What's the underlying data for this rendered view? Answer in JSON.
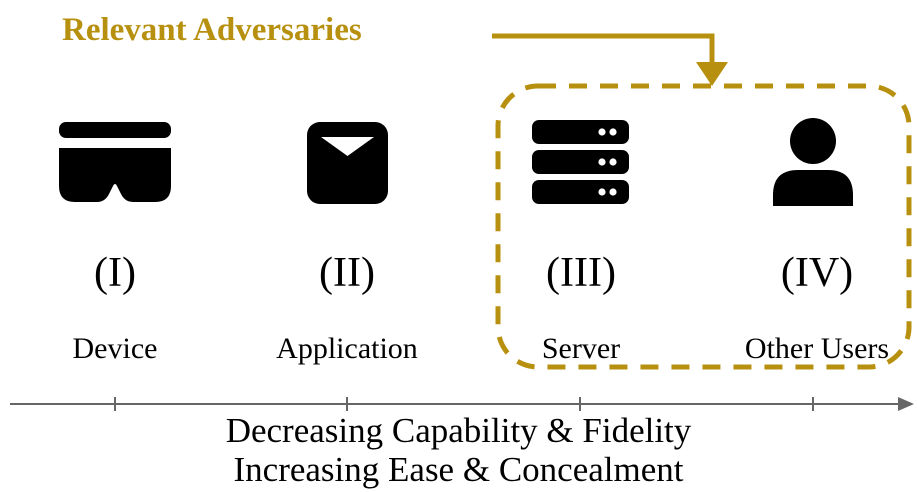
{
  "title": "Relevant Adversaries",
  "colors": {
    "accent": "#b8900f",
    "axis": "#666666",
    "icon": "#000000"
  },
  "adversaries": [
    {
      "numeral": "(I)",
      "label": "Device",
      "icon": "vr-headset-icon"
    },
    {
      "numeral": "(II)",
      "label": "Application",
      "icon": "app-box-icon"
    },
    {
      "numeral": "(III)",
      "label": "Server",
      "icon": "server-icon"
    },
    {
      "numeral": "(IV)",
      "label": "Other Users",
      "icon": "user-icon"
    }
  ],
  "caption": {
    "line1": "Decreasing Capability & Fidelity",
    "line2": "Increasing Ease & Concealment"
  }
}
